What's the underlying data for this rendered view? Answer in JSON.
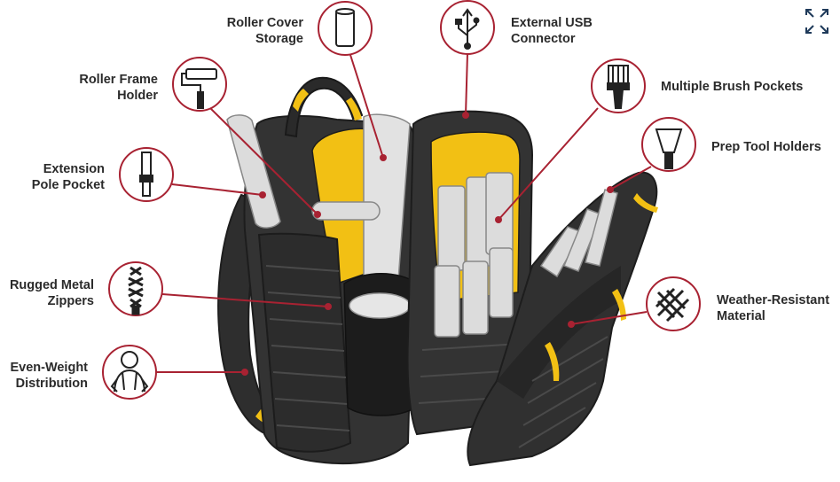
{
  "colors": {
    "accent": "#a82232",
    "bag_dark": "#333333",
    "bag_darker": "#262626",
    "yellow": "#f2c014",
    "tool_gray": "#dcdcdc",
    "text": "#2b2b2b"
  },
  "expand_icon": "expand-arrows-icon",
  "features": [
    {
      "key": "roller_cover_storage",
      "lines": [
        "Roller Cover",
        "Storage"
      ],
      "icon": "roller-cover-icon"
    },
    {
      "key": "external_usb_connector",
      "lines": [
        "External USB",
        "Connector"
      ],
      "icon": "usb-icon"
    },
    {
      "key": "roller_frame_holder",
      "lines": [
        "Roller Frame",
        "Holder"
      ],
      "icon": "paint-roller-icon"
    },
    {
      "key": "multiple_brush_pockets",
      "lines": [
        "Multiple Brush Pockets"
      ],
      "icon": "paint-brush-icon"
    },
    {
      "key": "prep_tool_holders",
      "lines": [
        "Prep Tool Holders"
      ],
      "icon": "putty-knife-icon"
    },
    {
      "key": "extension_pole_pocket",
      "lines": [
        "Extension",
        "Pole Pocket"
      ],
      "icon": "extension-pole-icon"
    },
    {
      "key": "rugged_metal_zippers",
      "lines": [
        "Rugged Metal",
        "Zippers"
      ],
      "icon": "zipper-icon"
    },
    {
      "key": "weather_resistant_material",
      "lines": [
        "Weather-Resistant",
        "Material"
      ],
      "icon": "woven-fabric-icon"
    },
    {
      "key": "even_weight_distribution",
      "lines": [
        "Even-Weight",
        "Distribution"
      ],
      "icon": "person-backpack-icon"
    }
  ]
}
